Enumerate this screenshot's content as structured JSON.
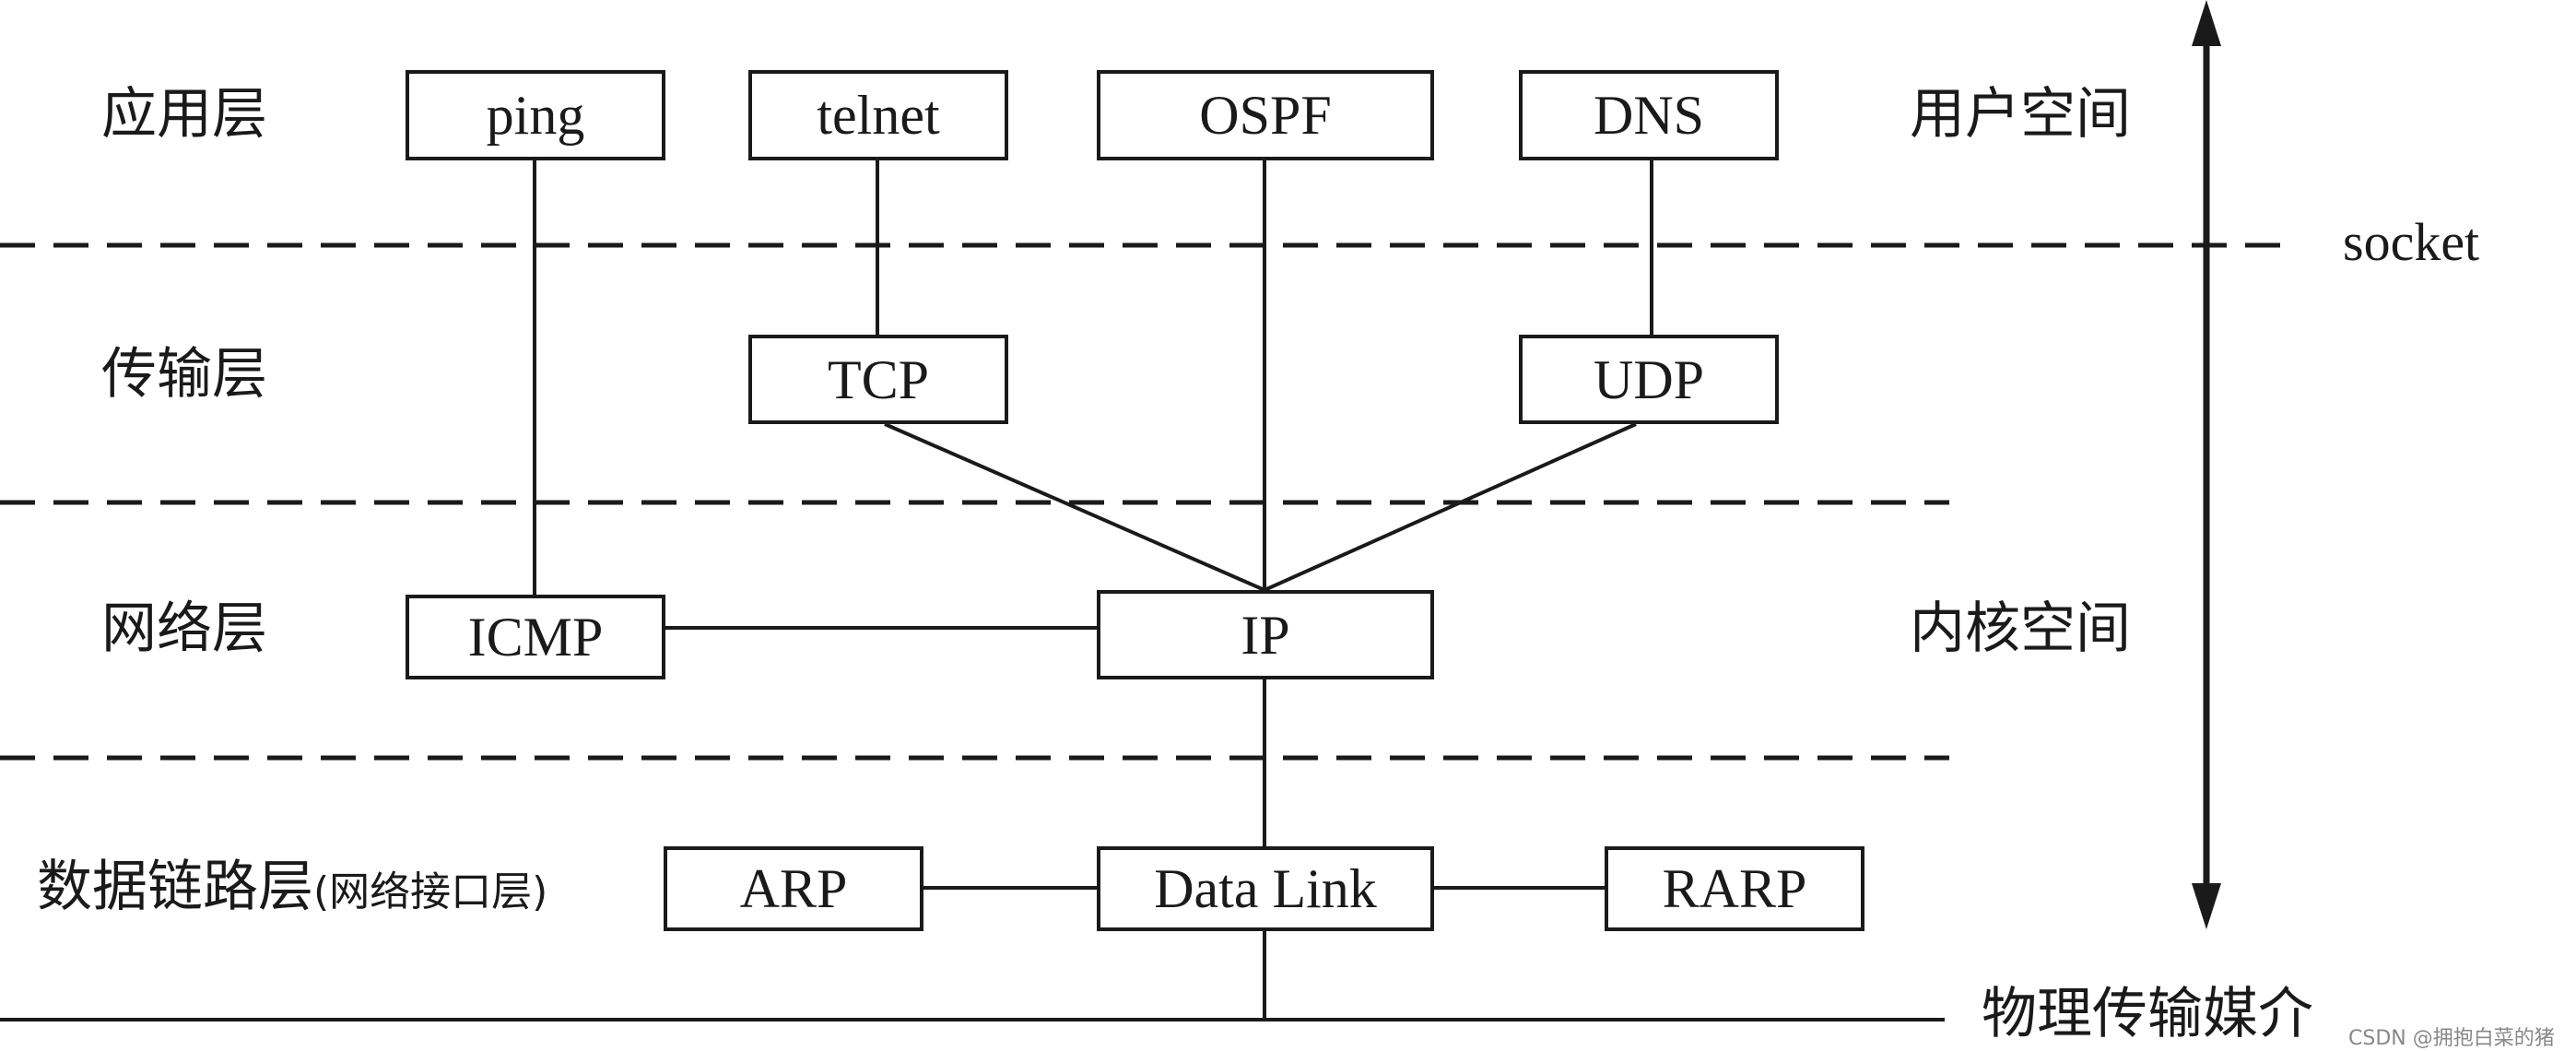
{
  "layers": {
    "application": "应用层",
    "transport": "传输层",
    "network": "网络层",
    "datalink": "数据链路层",
    "datalink_note": "(网络接口层)"
  },
  "spaces": {
    "user": "用户空间",
    "kernel": "内核空间"
  },
  "socket": "socket",
  "medium": "物理传输媒介",
  "nodes": {
    "ping": "ping",
    "telnet": "telnet",
    "ospf": "OSPF",
    "dns": "DNS",
    "tcp": "TCP",
    "udp": "UDP",
    "icmp": "ICMP",
    "ip": "IP",
    "arp": "ARP",
    "datalink": "Data Link",
    "rarp": "RARP"
  },
  "watermark": "CSDN @拥抱白菜的猪"
}
